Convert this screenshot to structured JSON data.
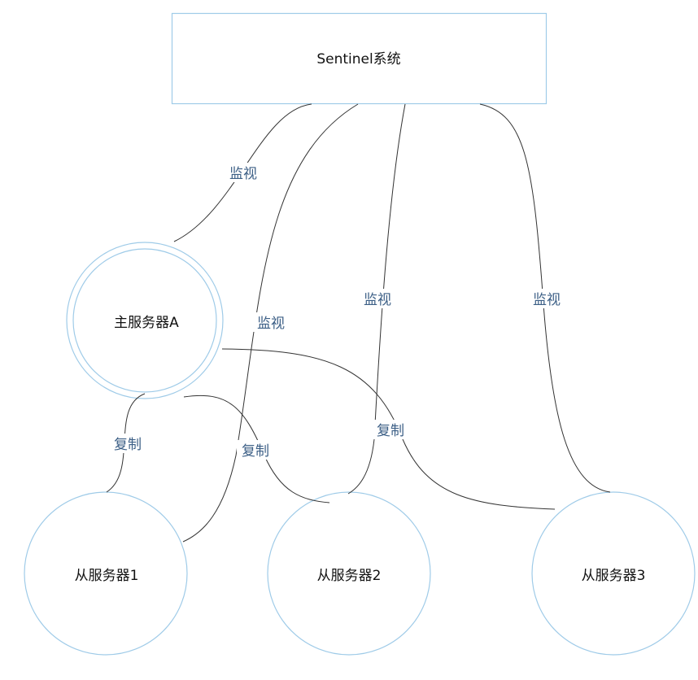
{
  "colors": {
    "node_border": "#9fcbe8",
    "edge": "#333333",
    "edge_label": "#3c5f86",
    "text": "#111111"
  },
  "nodes": {
    "sentinel": {
      "label": "Sentinel系统"
    },
    "master": {
      "label": "主服务器A"
    },
    "slave1": {
      "label": "从服务器1"
    },
    "slave2": {
      "label": "从服务器2"
    },
    "slave3": {
      "label": "从服务器3"
    }
  },
  "edges": {
    "monitor_master": {
      "label": "监视"
    },
    "monitor_slave1": {
      "label": "监视"
    },
    "monitor_slave2": {
      "label": "监视"
    },
    "monitor_slave3": {
      "label": "监视"
    },
    "replicate_slave1": {
      "label": "复制"
    },
    "replicate_slave2": {
      "label": "复制"
    },
    "replicate_slave3": {
      "label": "复制"
    }
  }
}
